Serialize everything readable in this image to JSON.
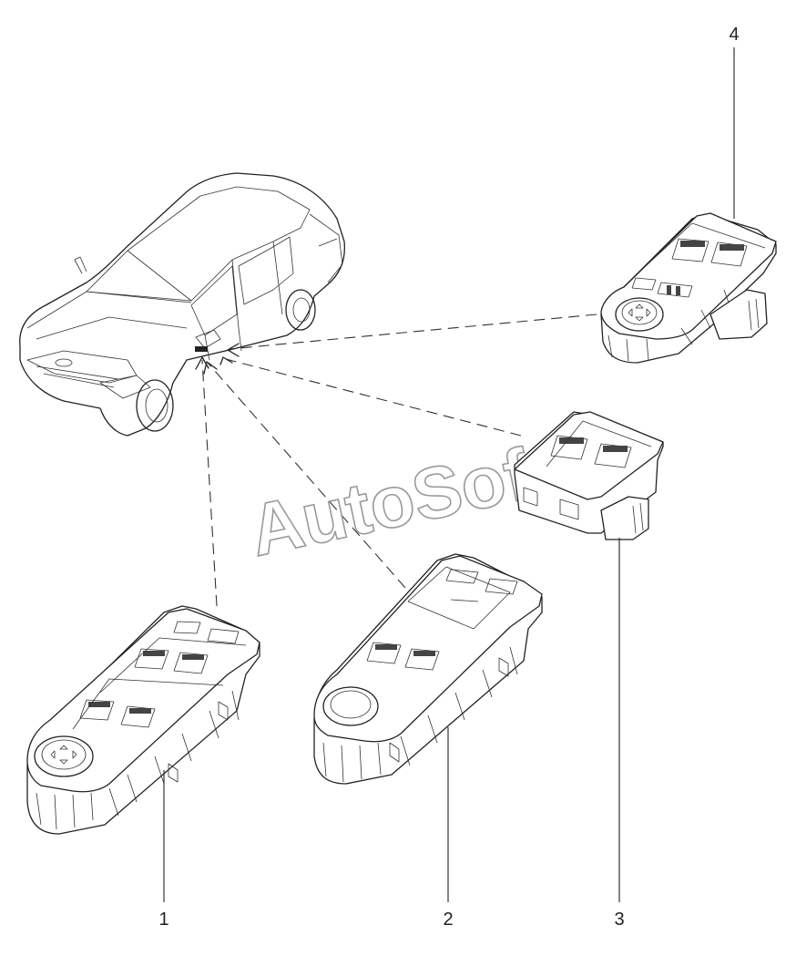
{
  "watermark": "AutoSoft",
  "callouts": [
    {
      "id": 1,
      "label": "1"
    },
    {
      "id": 2,
      "label": "2"
    },
    {
      "id": 3,
      "label": "3"
    },
    {
      "id": 4,
      "label": "4"
    }
  ]
}
